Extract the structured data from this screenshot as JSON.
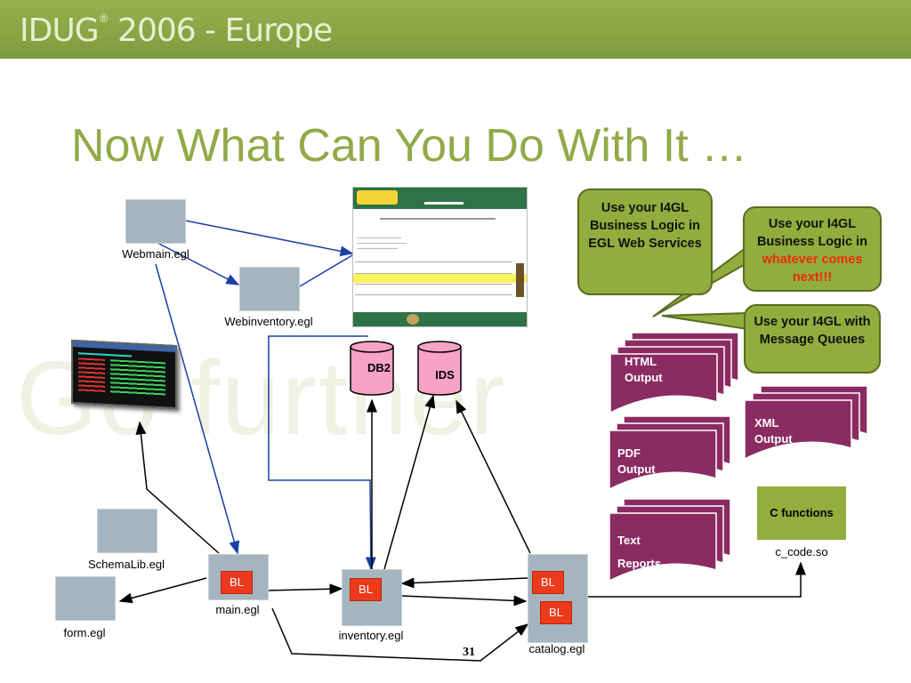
{
  "header": {
    "brand": "IDUG",
    "brand_mark": "®",
    "brand_rest": " 2006 - Europe"
  },
  "title": "Now What Can You Do With It …",
  "watermark": "Go further",
  "files": {
    "webmain": "Webmain.egl",
    "webinventory": "Webinventory.egl",
    "schemalib": "SchemaLib.egl",
    "form": "form.egl",
    "main": "main.egl",
    "inventory": "inventory.egl",
    "catalog": "catalog.egl",
    "c_code": "c_code.so"
  },
  "bl_label": "BL",
  "databases": {
    "db2": "DB2",
    "ids": "IDS"
  },
  "callouts": {
    "web_services": "Use your I4GL Business Logic in EGL Web Services",
    "next_prefix": "Use your I4GL Business Logic in ",
    "next_highlight": "whatever comes next!!!",
    "mq": "Use your I4GL with Message Queues"
  },
  "outputs": {
    "html": [
      "HTML",
      "Output"
    ],
    "pdf": [
      "PDF",
      "Output"
    ],
    "text": [
      "Text",
      "Reports"
    ],
    "xml": [
      "XML",
      "Output"
    ]
  },
  "c_functions": "C functions",
  "page_number": "31",
  "colors": {
    "header": "#8aa848",
    "title": "#93a948",
    "callout": "#91ad3d",
    "doc": "#8a2c62",
    "bl": "#ee3a1c",
    "db": "#f7a3c6",
    "arrow_blue": "#1b3ea8"
  }
}
